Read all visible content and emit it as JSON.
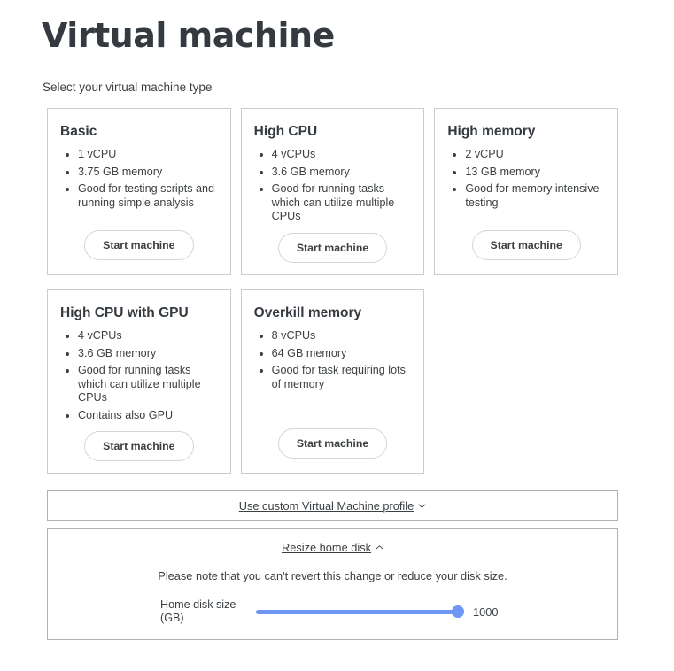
{
  "header": {
    "title": "Virtual machine",
    "subtitle": "Select your virtual machine type"
  },
  "machine_cards": [
    {
      "name": "Basic",
      "specs": [
        "1 vCPU",
        "3.75 GB memory",
        "Good for testing scripts and running simple analysis"
      ],
      "button_label": "Start machine"
    },
    {
      "name": "High CPU",
      "specs": [
        "4 vCPUs",
        "3.6 GB memory",
        "Good for running tasks which can utilize multiple CPUs"
      ],
      "button_label": "Start machine"
    },
    {
      "name": "High memory",
      "specs": [
        "2 vCPU",
        "13 GB memory",
        "Good for memory intensive testing"
      ],
      "button_label": "Start machine"
    },
    {
      "name": "High CPU with GPU",
      "specs": [
        "4 vCPUs",
        "3.6 GB memory",
        "Good for running tasks which can utilize multiple CPUs",
        "Contains also GPU"
      ],
      "button_label": "Start machine"
    },
    {
      "name": "Overkill memory",
      "specs": [
        "8 vCPUs",
        "64 GB memory",
        "Good for task requiring lots of memory"
      ],
      "button_label": "Start machine"
    }
  ],
  "custom_profile": {
    "toggle_label": "Use custom Virtual Machine profile",
    "icon": "chevron-down-icon",
    "expanded": false
  },
  "resize_disk": {
    "toggle_label": "Resize home disk",
    "icon": "chevron-up-icon",
    "expanded": true,
    "note": "Please note that you can't revert this change or reduce your disk size.",
    "slider": {
      "label": "Home disk size (GB)",
      "value": "1000",
      "fill_percent": 100
    }
  },
  "colors": {
    "accent": "#6f96f2",
    "card_border": "#c9ccd0",
    "panel_border": "#adb1b6",
    "text": "#3c4043",
    "heading": "#343a40"
  }
}
